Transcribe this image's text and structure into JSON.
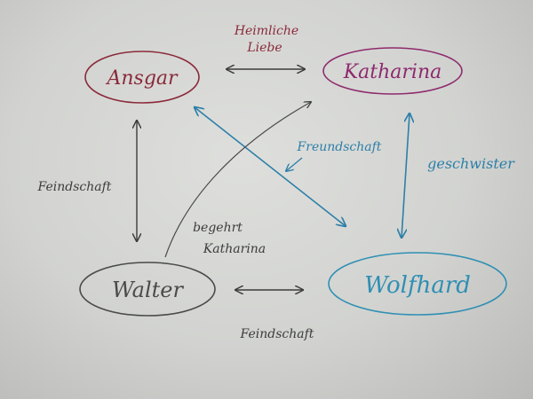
{
  "nodes": {
    "ansgar": "Ansgar",
    "katharina": "Katharina",
    "walter": "Walter",
    "wolfhard": "Wolfhard"
  },
  "edges": {
    "ansgar_katharina": [
      "Heimliche",
      "Liebe"
    ],
    "ansgar_walter": "Feindschaft",
    "katharina_wolfhard": "geschwister",
    "ansgar_wolfhard": "Freundschaft",
    "walter_katharina": [
      "begehrt",
      "Katharina"
    ],
    "walter_wolfhard": "Feindschaft"
  },
  "colors": {
    "paper": "#d6d7d4",
    "ansgar": "#8a2a3a",
    "katharina": "#8e2a6e",
    "walter": "#4a4a4a",
    "wolfhard": "#2f8fb4",
    "edge_dark": "#3c3c3c",
    "edge_blue": "#2d7fa8"
  }
}
